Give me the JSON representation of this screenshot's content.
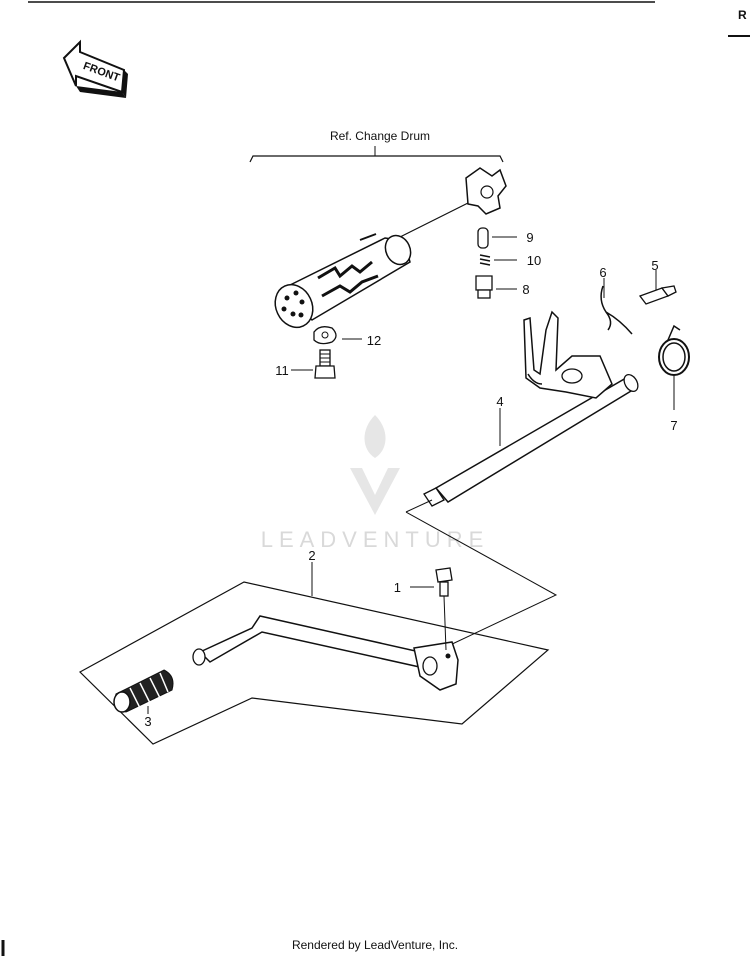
{
  "header": {
    "corner_letter": "R"
  },
  "front_badge": "FRONT",
  "ref_label": "Ref. Change Drum",
  "watermark": "LEADVENTURE",
  "callouts": [
    {
      "id": "1",
      "label": "1"
    },
    {
      "id": "2",
      "label": "2"
    },
    {
      "id": "3",
      "label": "3"
    },
    {
      "id": "4",
      "label": "4"
    },
    {
      "id": "5",
      "label": "5"
    },
    {
      "id": "6",
      "label": "6"
    },
    {
      "id": "7",
      "label": "7"
    },
    {
      "id": "8",
      "label": "8"
    },
    {
      "id": "9",
      "label": "9"
    },
    {
      "id": "10",
      "label": "10"
    },
    {
      "id": "11",
      "label": "11"
    },
    {
      "id": "12",
      "label": "12"
    }
  ],
  "footer": "Rendered by LeadVenture, Inc."
}
